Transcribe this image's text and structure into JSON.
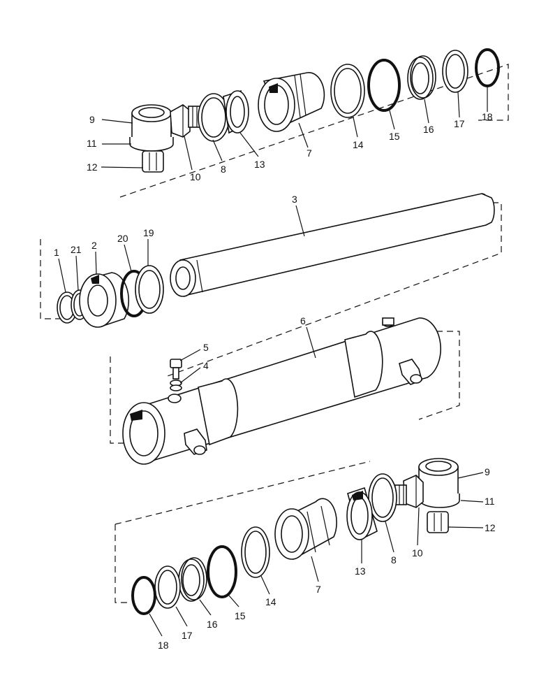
{
  "callouts": {
    "top": {
      "n9": "9",
      "n11": "11",
      "n12": "12",
      "n10": "10",
      "n8": "8",
      "n13": "13",
      "n7": "7",
      "n14": "14",
      "n15": "15",
      "n16": "16",
      "n17": "17",
      "n18": "18"
    },
    "rod": {
      "n1": "1",
      "n21": "21",
      "n2": "2",
      "n20": "20",
      "n19": "19",
      "n3": "3"
    },
    "barrel": {
      "n6": "6",
      "n5": "5",
      "n4": "4"
    },
    "bottom": {
      "n9": "9",
      "n11": "11",
      "n12": "12",
      "n10": "10",
      "n8": "8",
      "n13": "13",
      "n7": "7",
      "n14": "14",
      "n15": "15",
      "n16": "16",
      "n17": "17",
      "n18": "18"
    }
  }
}
